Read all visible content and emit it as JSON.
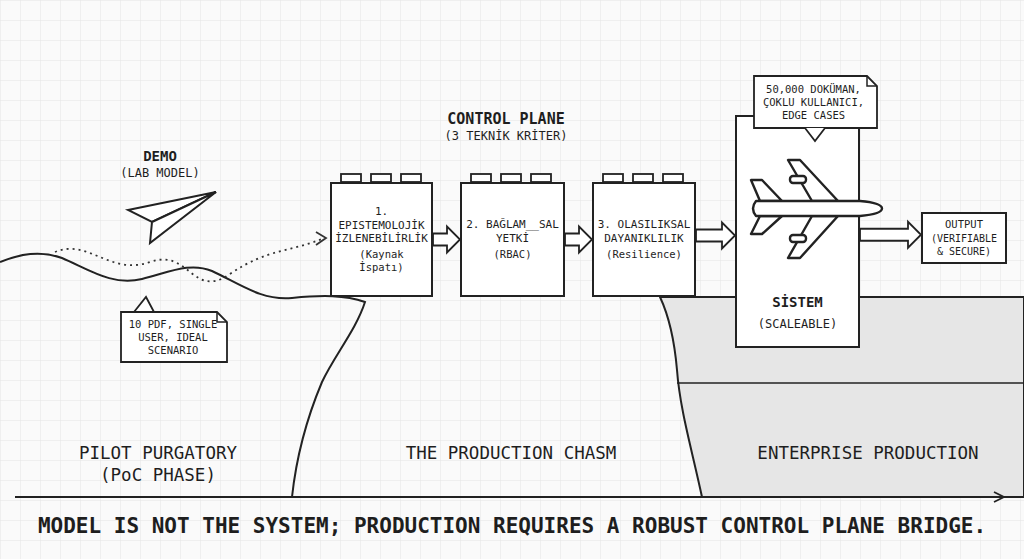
{
  "diagram": {
    "caption": "MODEL IS NOT THE SYSTEM; PRODUCTION REQUIRES A ROBUST CONTROL PLANE BRIDGE.",
    "nodes": [
      {
        "text": [
          "10 PDF, SINGLE USER, IDEAL SCENARIO"
        ]
      },
      {
        "text": [
          "1. EPISTEMOLOJİK İZLENEBİLİRLİK",
          "(Kaynak İspatı)"
        ]
      },
      {
        "text": [
          "2. BAĞLAM__SAL YETKİ",
          "(RBAC)"
        ]
      },
      {
        "text": [
          "3. OLASILIKSAL DAYANIKLILIK",
          "(Resilience)"
        ]
      },
      {
        "text": [
          "50,000 DOKÜMAN, ÇOKLU KULLANICI, EDGE CASES"
        ]
      },
      {
        "text": [
          "SİSTEM",
          "(SCALEABLE)"
        ]
      },
      {
        "text": [
          "OUTPUT",
          "(VERIFIABLE & SECURE)"
        ]
      }
    ],
    "edges": [
      {
        "from": 1,
        "to": 2,
        "arrow": "to"
      },
      {
        "from": 2,
        "to": 3,
        "arrow": "to"
      },
      {
        "from": 3,
        "to": 5,
        "arrow": "to"
      },
      {
        "from": 5,
        "to": 6,
        "arrow": "to"
      }
    ],
    "labels": [
      "DEMO",
      "(LAB MODEL)",
      "CONTROL PLANE",
      "(3 TEKNİK KRİTER)",
      "PILOT PURGATORY",
      "(PoC PHASE)",
      "THE PRODUCTION CHASM",
      "ENTERPRISE PRODUCTION"
    ]
  }
}
